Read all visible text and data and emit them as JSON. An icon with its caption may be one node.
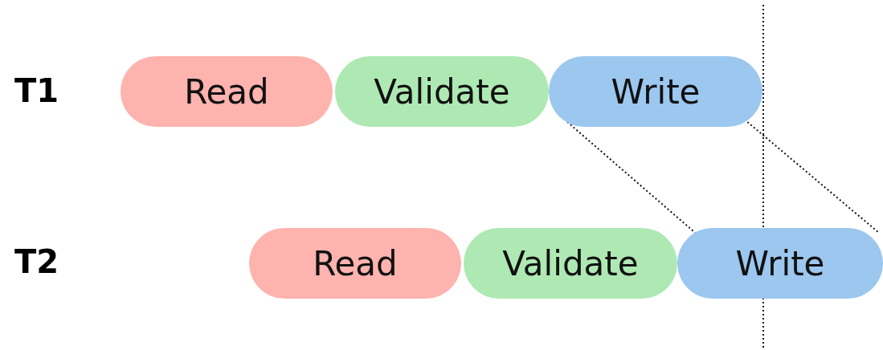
{
  "diagram": {
    "nodes": [
      {
        "text": [
          "Read"
        ]
      },
      {
        "text": [
          "Validate"
        ]
      },
      {
        "text": [
          "Write"
        ]
      },
      {
        "text": [
          "Read"
        ]
      },
      {
        "text": [
          "Validate"
        ]
      },
      {
        "text": [
          "Write"
        ]
      }
    ],
    "edges": [
      {
        "from": 2,
        "to": 5,
        "arrow": "none",
        "style": "dashed"
      },
      {
        "from": 2,
        "to": 5,
        "arrow": "none",
        "style": "dashed"
      }
    ],
    "labels": [
      "T1",
      "T2"
    ]
  }
}
